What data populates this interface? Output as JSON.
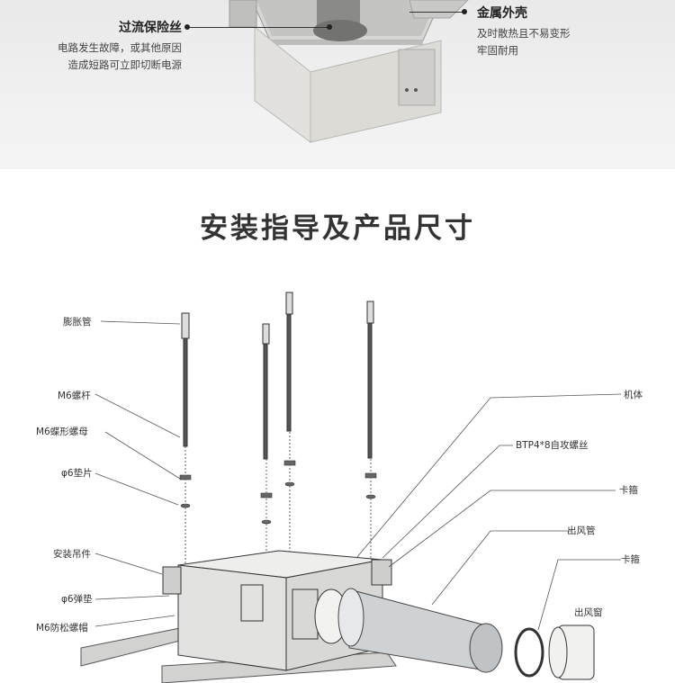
{
  "top_callouts": {
    "fuse": {
      "title": "过流保险丝",
      "desc": [
        "电路发生故障，或其他原因",
        "造成短路可立即切断电源"
      ]
    },
    "shell": {
      "title": "金属外壳",
      "desc": [
        "及时散热且不易变形",
        "牢固耐用"
      ]
    }
  },
  "section": {
    "title": "安装指导及产品尺寸"
  },
  "parts": {
    "expansion_tube": "膨胀管",
    "m6_rod": "M6螺杆",
    "m6_wing_nut": "M6蝶形螺母",
    "washer": "φ6垫片",
    "hanger": "安装吊件",
    "spring_washer": "φ6弹垫",
    "lock_nut": "M6防松螺帽",
    "body": "机体",
    "screw": "BTP4*8自攻螺丝",
    "clamp1": "卡箍",
    "outlet_pipe": "出风管",
    "clamp2": "卡箍",
    "outlet_window": "出风窗"
  }
}
